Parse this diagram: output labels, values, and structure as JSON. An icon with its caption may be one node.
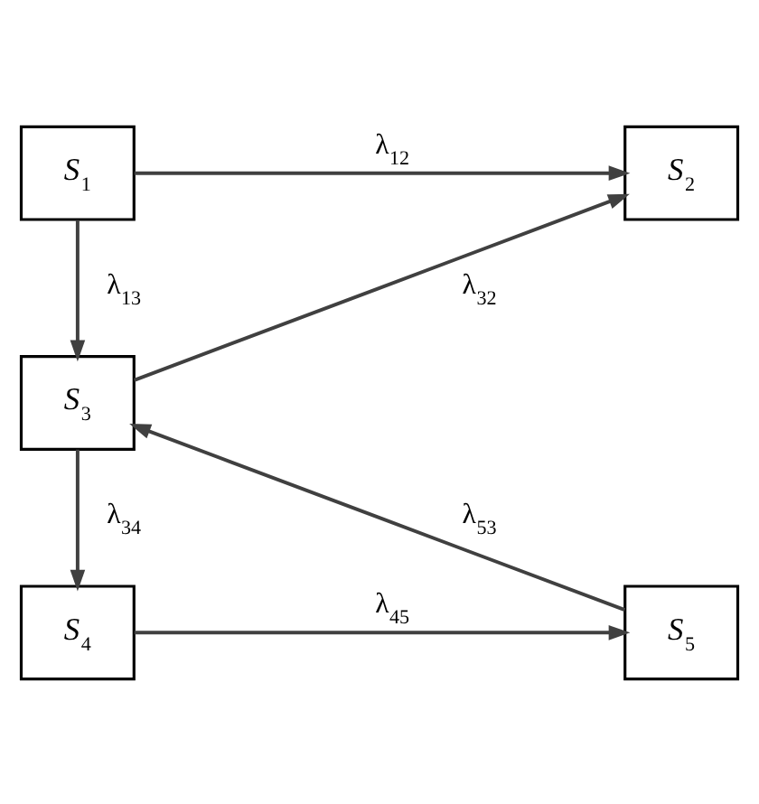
{
  "diagram": {
    "nodes": [
      {
        "text": [
          "*S*$_{1}$"
        ]
      },
      {
        "text": [
          "*S*$_{2}$"
        ]
      },
      {
        "text": [
          "*S*$_{3}$"
        ]
      },
      {
        "text": [
          "*S*$_{4}$"
        ]
      },
      {
        "text": [
          "*S*$_{5}$"
        ]
      }
    ],
    "edges": [
      {
        "from": 0,
        "to": 1,
        "arrow": "to",
        "label": "λ$_{12}$"
      },
      {
        "from": 0,
        "to": 2,
        "arrow": "to",
        "label": "λ$_{13}$"
      },
      {
        "from": 2,
        "to": 1,
        "arrow": "to",
        "label": "λ$_{32}$"
      },
      {
        "from": 2,
        "to": 3,
        "arrow": "to",
        "label": "λ$_{34}$"
      },
      {
        "from": 3,
        "to": 4,
        "arrow": "to",
        "label": "λ$_{45}$"
      },
      {
        "from": 4,
        "to": 2,
        "arrow": "to",
        "label": "λ$_{53}$"
      }
    ]
  }
}
